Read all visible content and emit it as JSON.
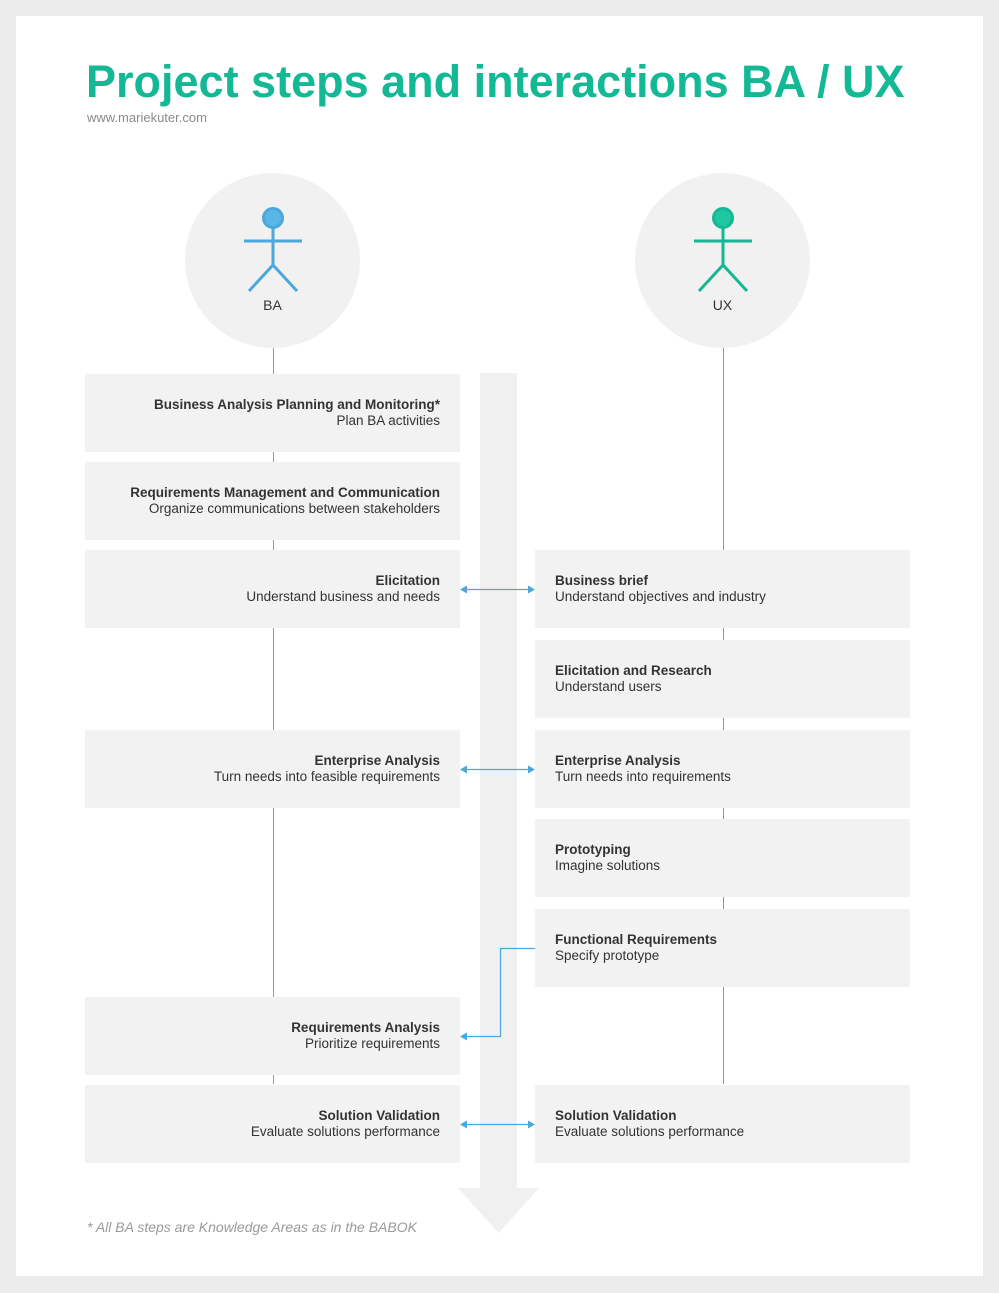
{
  "title": "Project steps and interactions BA / UX",
  "website": "www.mariekuter.com",
  "footnote": "* All BA steps are Knowledge Areas as in the BABOK",
  "colors": {
    "ba_accent": "#4aa8dc",
    "ux_accent": "#14b894",
    "title": "#13b895",
    "box_fill": "#f2f2f2",
    "timeline": "#f0f0f0"
  },
  "actors": {
    "ba": {
      "label": "BA",
      "icon": "person-icon"
    },
    "ux": {
      "label": "UX",
      "icon": "person-icon"
    }
  },
  "ba_steps": [
    {
      "title": "Business Analysis Planning and Monitoring*",
      "subtitle": "Plan BA activities"
    },
    {
      "title": "Requirements Management and Communication",
      "subtitle": "Organize communications between stakeholders"
    },
    {
      "title": "Elicitation",
      "subtitle": "Understand business and needs"
    },
    {
      "title": "Enterprise Analysis",
      "subtitle": "Turn needs into feasible requirements"
    },
    {
      "title": "Requirements Analysis",
      "subtitle": "Prioritize requirements"
    },
    {
      "title": "Solution Validation",
      "subtitle": "Evaluate solutions performance"
    }
  ],
  "ux_steps": [
    {
      "title": "Business brief",
      "subtitle": "Understand objectives and industry"
    },
    {
      "title": "Elicitation and Research",
      "subtitle": "Understand users"
    },
    {
      "title": "Enterprise Analysis",
      "subtitle": "Turn needs into requirements"
    },
    {
      "title": "Prototyping",
      "subtitle": "Imagine solutions"
    },
    {
      "title": "Functional Requirements",
      "subtitle": "Specify prototype"
    },
    {
      "title": "Solution Validation",
      "subtitle": "Evaluate solutions performance"
    }
  ]
}
